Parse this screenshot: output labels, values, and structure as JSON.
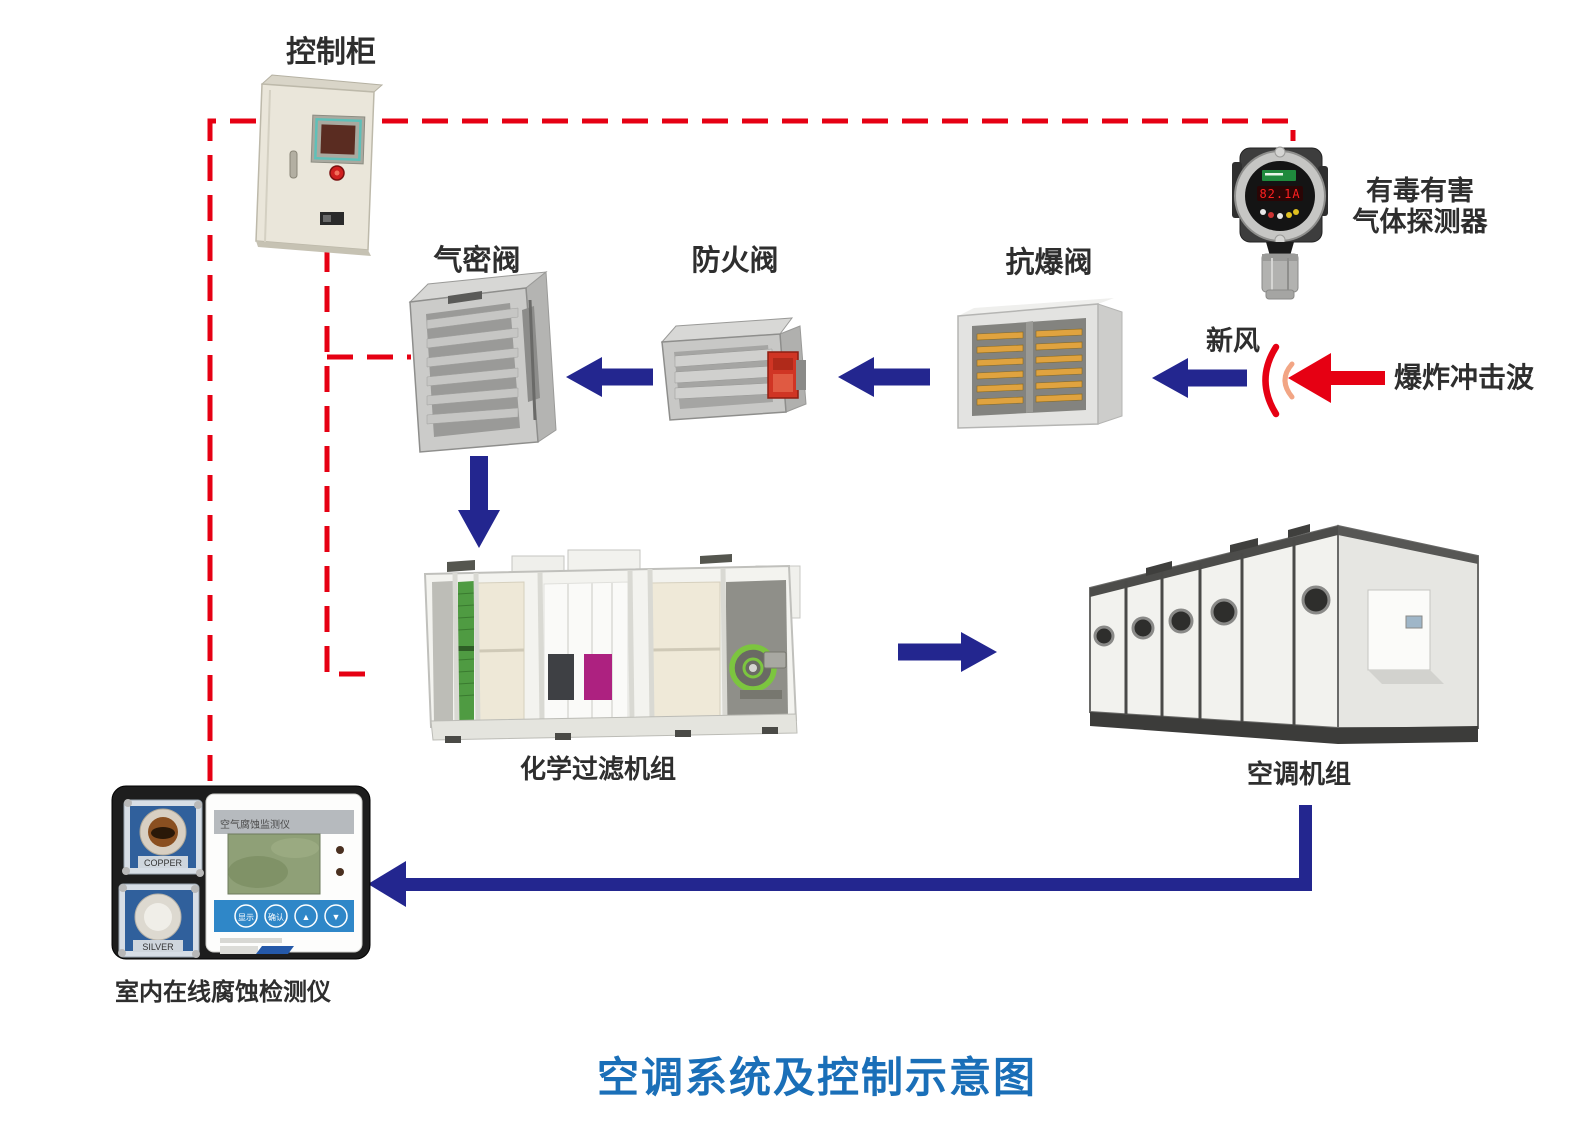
{
  "title": "空调系统及控制示意图",
  "labels": {
    "control_cabinet": "控制柜",
    "airtight_valve": "气密阀",
    "fire_damper": "防火阀",
    "blast_valve": "抗爆阀",
    "fresh_air": "新风",
    "explosion_shockwave": "爆炸冲击波",
    "gas_detector_line1": "有毒有害",
    "gas_detector_line2": "气体探测器",
    "chemical_filter_unit": "化学过滤机组",
    "air_conditioning_unit": "空调机组",
    "corrosion_monitor": "室内在线腐蚀检测仪"
  },
  "devices": {
    "gas_detector": {
      "led_display": "82.1A"
    },
    "corrosion_monitor": {
      "panel_title": "空气腐蚀监测仪",
      "sensor_top_label": "COPPER",
      "sensor_bottom_label": "SILVER",
      "buttons": [
        "显示",
        "确认",
        "▲",
        "▼"
      ]
    }
  },
  "colors": {
    "control_line_red": "#e60013",
    "airflow_arrow_blue": "#23268f",
    "title_blue": "#1a6fb8",
    "label_text": "#2e2e2e",
    "shockwave_arc_inner": "#f2a584",
    "blast_valve_slat_yellow": "#e0a33f"
  }
}
